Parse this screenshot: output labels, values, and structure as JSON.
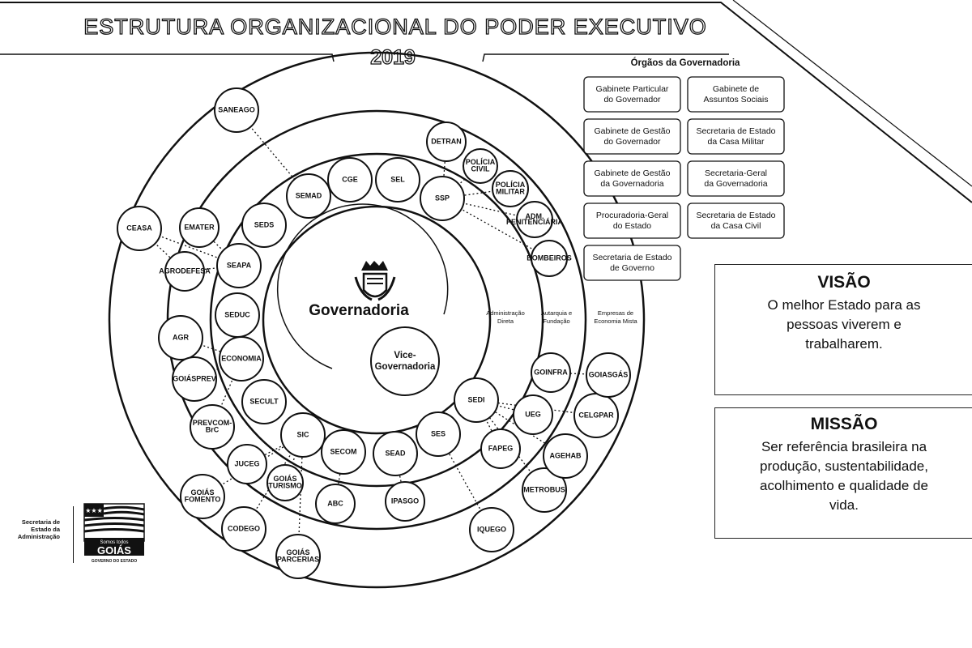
{
  "header": {
    "title": "ESTRUTURA ORGANIZACIONAL DO PODER EXECUTIVO",
    "year": "2019"
  },
  "center": {
    "main": "Governadoria",
    "vice_line1": "Vice-",
    "vice_line2": "Governadoria"
  },
  "ring_labels": {
    "direta": [
      "Administração",
      "Direta"
    ],
    "autarquia": [
      "Autarquia e",
      "Fundação"
    ],
    "empresas": [
      "Empresas de",
      "Economia Mista"
    ]
  },
  "inner_nodes": [
    {
      "id": "semad",
      "lines": [
        "SEMAD"
      ]
    },
    {
      "id": "cge",
      "lines": [
        "CGE"
      ]
    },
    {
      "id": "sel",
      "lines": [
        "SEL"
      ]
    },
    {
      "id": "ssp",
      "lines": [
        "SSP"
      ]
    },
    {
      "id": "seds",
      "lines": [
        "SEDS"
      ]
    },
    {
      "id": "seapa",
      "lines": [
        "SEAPA"
      ]
    },
    {
      "id": "seduc",
      "lines": [
        "SEDUC"
      ]
    },
    {
      "id": "economia",
      "lines": [
        "ECONOMIA"
      ]
    },
    {
      "id": "secult",
      "lines": [
        "SECULT"
      ]
    },
    {
      "id": "sic",
      "lines": [
        "SIC"
      ]
    },
    {
      "id": "secom",
      "lines": [
        "SECOM"
      ]
    },
    {
      "id": "sead",
      "lines": [
        "SEAD"
      ]
    },
    {
      "id": "ses",
      "lines": [
        "SES"
      ]
    },
    {
      "id": "sedi",
      "lines": [
        "SEDI"
      ]
    }
  ],
  "middle_nodes": [
    {
      "id": "detran",
      "lines": [
        "DETRAN"
      ]
    },
    {
      "id": "pc",
      "lines": [
        "POLÍCIA",
        "CIVIL"
      ]
    },
    {
      "id": "pm",
      "lines": [
        "POLÍCIA",
        "MILITAR"
      ]
    },
    {
      "id": "dgap",
      "lines": [
        "ADM.",
        "PENITENCIÁRIA"
      ]
    },
    {
      "id": "bombeiros",
      "lines": [
        "BOMBEIROS"
      ]
    },
    {
      "id": "emater",
      "lines": [
        "EMATER"
      ]
    },
    {
      "id": "agrodefesa",
      "lines": [
        "AGRODEFESA"
      ]
    },
    {
      "id": "goinfra",
      "lines": [
        "GOINFRA"
      ]
    },
    {
      "id": "ueg",
      "lines": [
        "UEG"
      ]
    },
    {
      "id": "fapeg",
      "lines": [
        "FAPEG"
      ]
    },
    {
      "id": "goiasturismo",
      "lines": [
        "GOIÁS",
        "TURISMO"
      ]
    },
    {
      "id": "juceg",
      "lines": [
        "JUCEG"
      ]
    },
    {
      "id": "abc",
      "lines": [
        "ABC"
      ]
    },
    {
      "id": "ipasgo",
      "lines": [
        "IPASGO"
      ]
    }
  ],
  "outer_nodes": [
    {
      "id": "saneago",
      "lines": [
        "SANEAGO"
      ]
    },
    {
      "id": "ceasa",
      "lines": [
        "CEASA"
      ]
    },
    {
      "id": "agr",
      "lines": [
        "AGR"
      ]
    },
    {
      "id": "goiasprev",
      "lines": [
        "GOIÁSPREV"
      ]
    },
    {
      "id": "prevcom",
      "lines": [
        "PREVCOM-",
        "BrC"
      ]
    },
    {
      "id": "goiasfomento",
      "lines": [
        "GOIÁS",
        "FOMENTO"
      ]
    },
    {
      "id": "codego",
      "lines": [
        "CODEGO"
      ]
    },
    {
      "id": "goiasparcerias",
      "lines": [
        "GOIÁS",
        "PARCERIAS"
      ]
    },
    {
      "id": "iquego",
      "lines": [
        "IQUEGO"
      ]
    },
    {
      "id": "metrobus",
      "lines": [
        "METROBUS"
      ]
    },
    {
      "id": "agehab",
      "lines": [
        "AGEHAB"
      ]
    },
    {
      "id": "celgpar",
      "lines": [
        "CELGPAR"
      ]
    },
    {
      "id": "goiasgas",
      "lines": [
        "GOIASGÁS"
      ]
    }
  ],
  "orgaos": {
    "title": "Órgãos da Governadoria",
    "items": [
      [
        "Gabinete Particular",
        "do Governador"
      ],
      [
        "Gabinete de",
        "Assuntos Sociais"
      ],
      [
        "Gabinete de Gestão",
        "do Governador"
      ],
      [
        "Secretaria de Estado",
        "da Casa Militar"
      ],
      [
        "Gabinete de Gestão",
        "da Governadoria"
      ],
      [
        "Secretaria-Geral",
        "da Governadoria"
      ],
      [
        "Procuradoria-Geral",
        "do Estado"
      ],
      [
        "Secretaria de Estado",
        "da Casa Civil"
      ],
      [
        "Secretaria de Estado",
        "de Governo"
      ]
    ]
  },
  "visao": {
    "heading": "VISÃO",
    "lines": [
      "O melhor Estado para as",
      "pessoas viverem e",
      "trabalharem."
    ]
  },
  "missao": {
    "heading": "MISSÃO",
    "lines": [
      "Ser referência brasileira na",
      "produção, sustentabilidade,",
      "acolhimento e qualidade de",
      "vida."
    ]
  },
  "footer": {
    "secretaria": [
      "Secretaria de",
      "Estado da",
      "Administração"
    ],
    "brand_small": "Somos todos",
    "brand_big": "GOIÁS",
    "brand_sub": "GOVERNO DO ESTADO"
  }
}
